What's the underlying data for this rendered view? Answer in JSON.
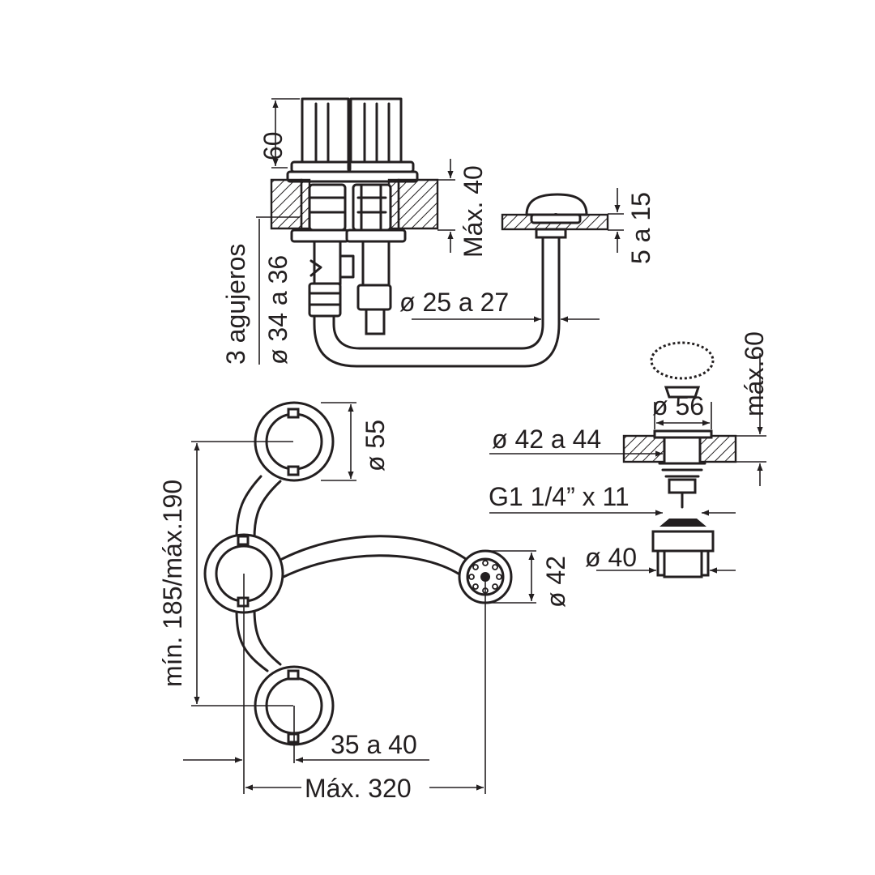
{
  "labels": {
    "height_top": "60",
    "max_40": "Máx. 40",
    "range_5_15": "5 a 15",
    "holes": "3 agujeros",
    "hole_diam": "ø 34 a 36",
    "tube_diam": "ø 25 a 27",
    "max_60": "máx.60",
    "diam_56": "ø 56",
    "diam_42_44": "ø 42 a 44",
    "thread": "G1 1/4” x 11",
    "diam_40": "ø 40",
    "diam_55": "ø 55",
    "diam_42": "ø 42",
    "spacing": "mín. 185/máx.190",
    "offset": "35 a 40",
    "max_320": "Máx. 320"
  },
  "colors": {
    "ink": "#231f20",
    "background": "#ffffff"
  }
}
